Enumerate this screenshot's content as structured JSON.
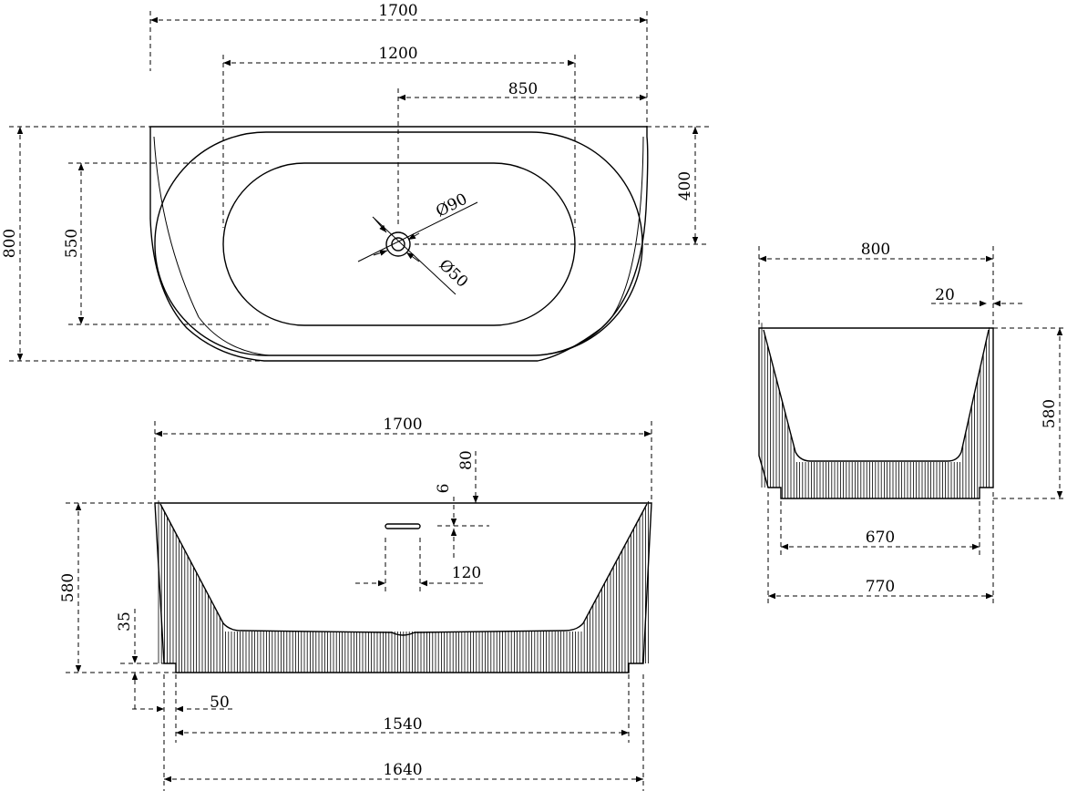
{
  "top_view": {
    "dims": {
      "overall_length": "1700",
      "drain_offset_1200": "1200",
      "drain_offset_850": "850",
      "overall_width": "800",
      "inner_width": "550",
      "drain_y": "400",
      "overflow_dia": "Ø90",
      "drain_dia": "Ø50"
    }
  },
  "front_view": {
    "dims": {
      "overall_length": "1700",
      "height": "580",
      "base_step": "35",
      "rim_80": "80",
      "rim_6": "6",
      "overflow_120": "120",
      "plinth_offset": "50",
      "plinth_length": "1540",
      "base_length": "1640"
    }
  },
  "side_view": {
    "dims": {
      "overall_width": "800",
      "wall_20": "20",
      "height": "580",
      "plinth_width": "670",
      "base_width": "770"
    }
  },
  "colors": {
    "line": "#000000",
    "background": "#ffffff"
  }
}
